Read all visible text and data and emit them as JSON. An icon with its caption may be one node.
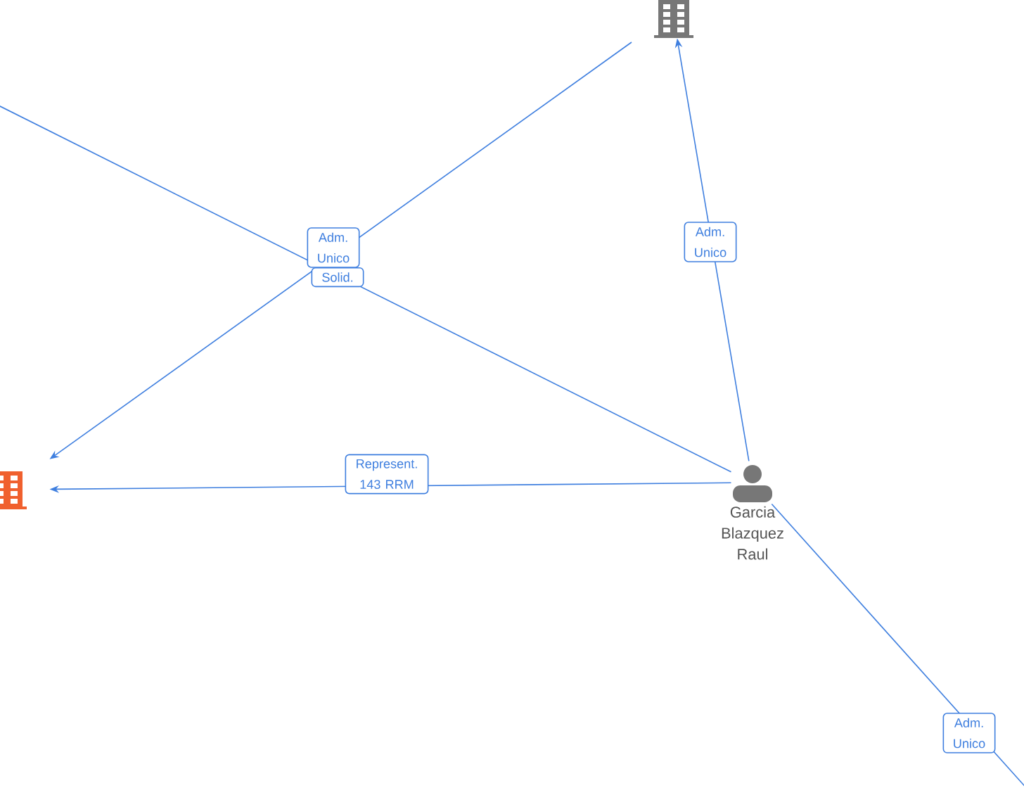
{
  "diagram": {
    "nodes": [
      {
        "text": [],
        "shape": "building"
      },
      {
        "text": [],
        "shape": "building"
      },
      {
        "text": [
          "Garcia Blazquez Raul"
        ]
      }
    ],
    "edges": [
      {
        "from": 2,
        "to": 0,
        "arrow": "to",
        "label": "Adm. Unico"
      },
      {
        "from": 2,
        "to": 1,
        "arrow": "to",
        "label": "Represent. 143 RRM"
      },
      {
        "from": null,
        "to": 1,
        "arrow": "to",
        "label": "Adm. Unico"
      },
      {
        "from": 2,
        "to": null,
        "arrow": "none",
        "label": "Solid."
      },
      {
        "from": 2,
        "to": null,
        "arrow": "none",
        "label": "Adm. Unico"
      }
    ]
  }
}
